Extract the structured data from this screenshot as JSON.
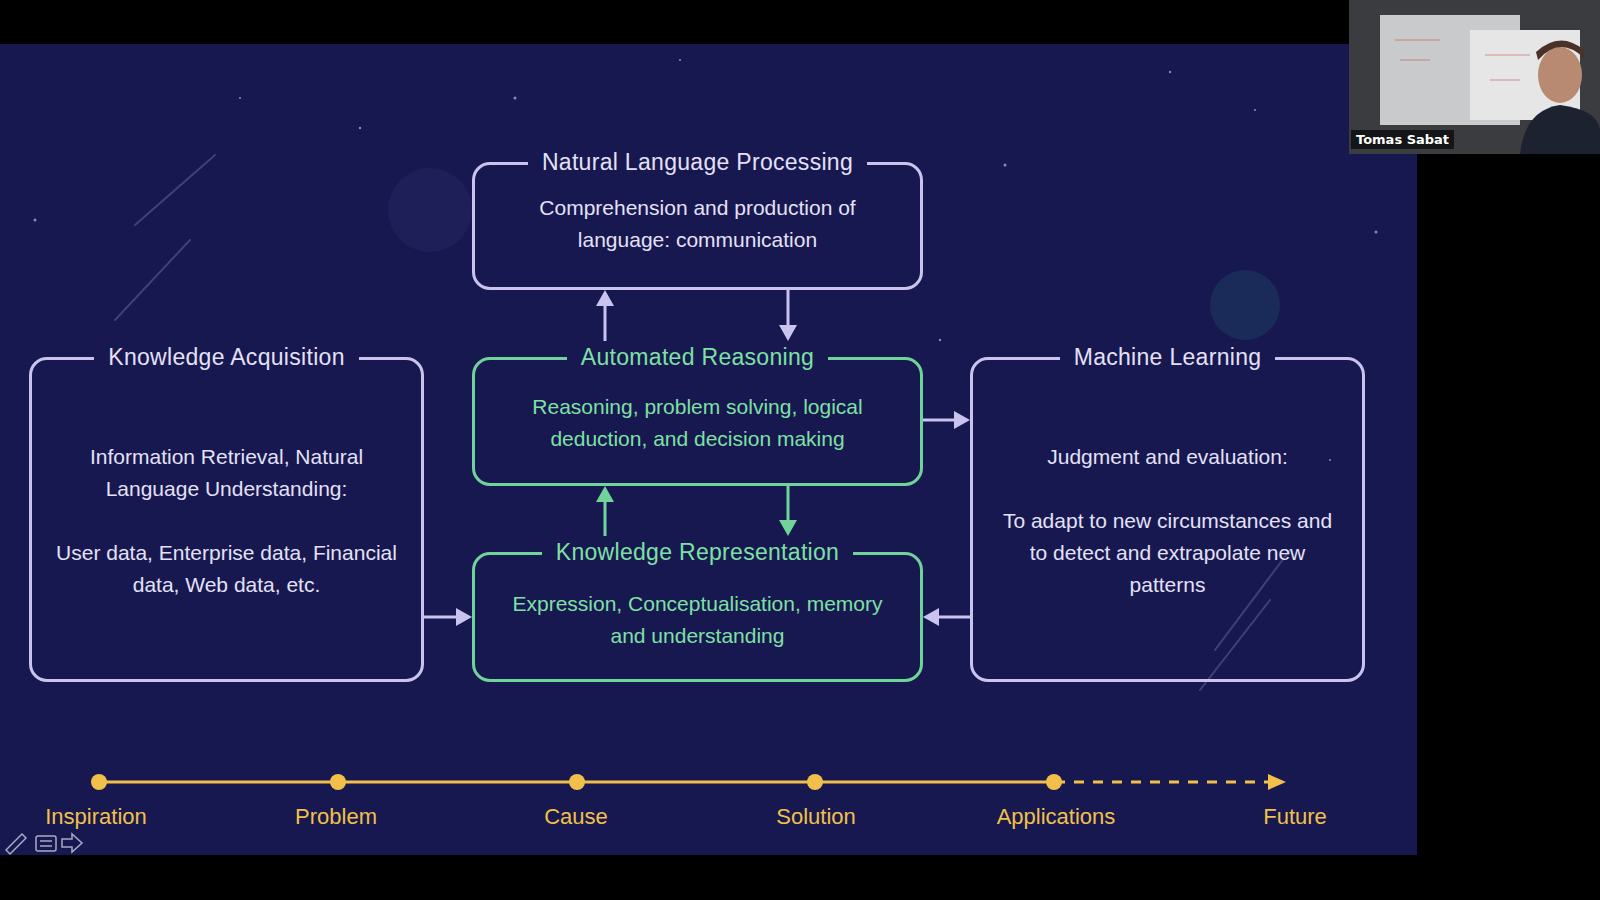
{
  "diagram": {
    "nodes": [
      {
        "text": [
          "Natural Language Processing",
          "Comprehension and production of language: communication"
        ]
      },
      {
        "text": [
          "Knowledge Acquisition",
          "Information Retrieval, Natural Language Understanding:",
          "User data, Enterprise data, Financial data, Web data, etc."
        ]
      },
      {
        "text": [
          "Automated Reasoning",
          "Reasoning, problem solving, logical deduction, and decision making"
        ]
      },
      {
        "text": [
          "Machine Learning",
          "Judgment and evaluation:",
          "To adapt to new circumstances and to detect and extrapolate new patterns"
        ]
      },
      {
        "text": [
          "Knowledge Representation",
          "Expression, Conceptualisation, memory and understanding"
        ]
      }
    ],
    "edges": [
      {
        "from": 2,
        "to": 0,
        "arrow": "to"
      },
      {
        "from": 0,
        "to": 2,
        "arrow": "to"
      },
      {
        "from": 2,
        "to": 3,
        "arrow": "to"
      },
      {
        "from": 4,
        "to": 2,
        "arrow": "to"
      },
      {
        "from": 2,
        "to": 4,
        "arrow": "to"
      },
      {
        "from": 1,
        "to": 4,
        "arrow": "to"
      },
      {
        "from": 3,
        "to": 4,
        "arrow": "to"
      }
    ],
    "labels": [
      "Inspiration",
      "Problem",
      "Cause",
      "Solution",
      "Applications",
      "Future",
      "Tomas Sabat"
    ]
  }
}
